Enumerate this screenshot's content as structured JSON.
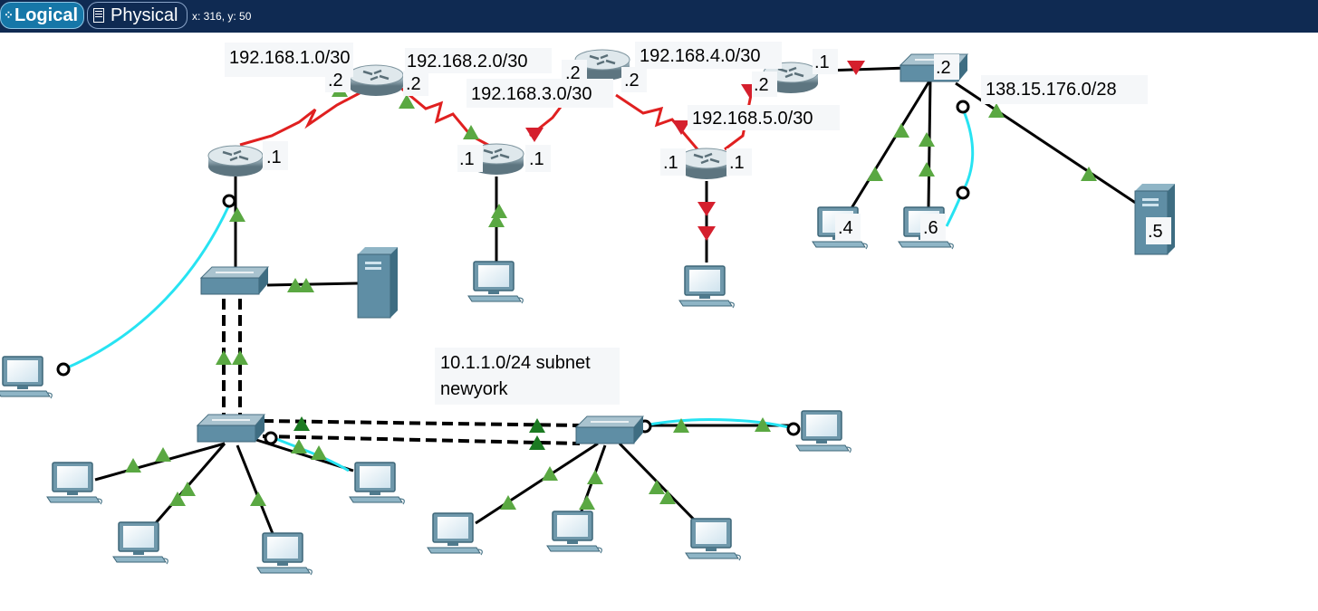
{
  "toolbar": {
    "logical_tab": "Logical",
    "physical_tab": "Physical",
    "coordinates": "x: 316, y: 50"
  },
  "topology": {
    "network_labels": {
      "net1": "192.168.1.0/30",
      "net2": "192.168.2.0/30",
      "net3": "192.168.3.0/30",
      "net4": "192.168.4.0/30",
      "net5": "192.168.5.0/30",
      "net6": "138.15.176.0/28",
      "lan_note_line1": "10.1.1.0/24 subnet",
      "lan_note_line2": "newyork"
    },
    "interface_labels": {
      "r_left_to_top1": ".1",
      "r_top1_left": ".2",
      "r_top1_right": ".2",
      "r_mid1_left": ".1",
      "r_mid1_right": ".1",
      "r_top2_left": ".2",
      "r_top2_right": ".2",
      "r_top3_left": ".2",
      "r_top3_right": ".1",
      "r_mid2_left": ".1",
      "r_mid2_right": ".1",
      "switch_right": ".2",
      "pc_a": ".4",
      "pc_b": ".6",
      "server_right": ".5"
    }
  }
}
